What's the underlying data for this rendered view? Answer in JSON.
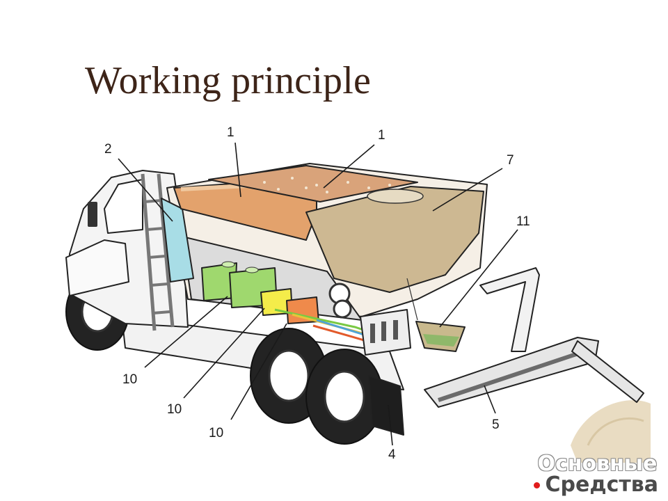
{
  "title": "Working principle",
  "callouts": {
    "hopper_left": "1",
    "hopper_right": "1",
    "water_tank": "2",
    "cement_bin": "7",
    "mixer": "11",
    "tank_a": "10",
    "tank_b": "10",
    "tank_c": "10",
    "rear": "4",
    "chute": "5"
  },
  "watermark": {
    "line1": "Основные",
    "line2": "Средства"
  },
  "colors": {
    "title": "#3d2418",
    "sand": "#e3a26c",
    "cement_bin": "#cdb892",
    "water": "#a8dde6",
    "additive_green": "#9fd86e",
    "additive_yellow": "#f4ec4a",
    "additive_orange": "#ef8a4b"
  }
}
